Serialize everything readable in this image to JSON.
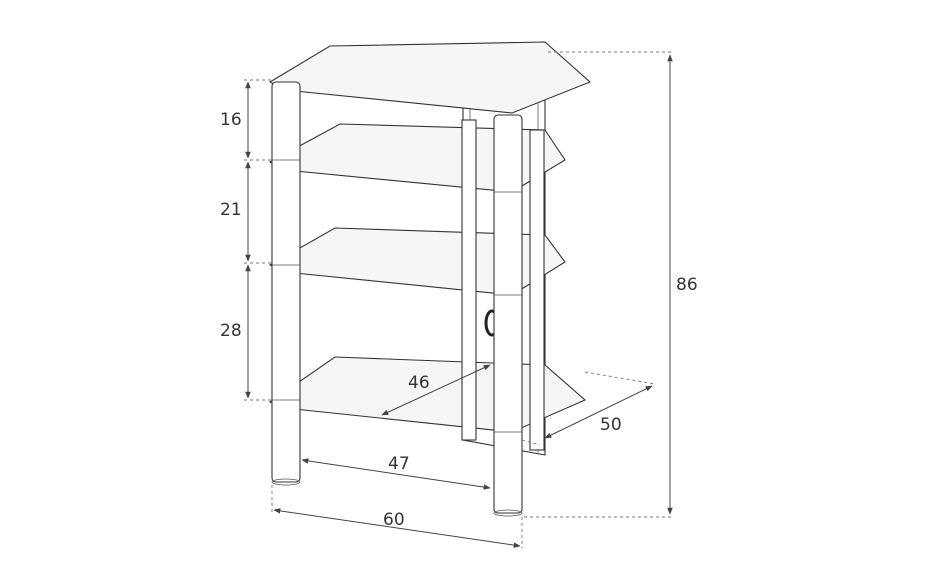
{
  "dimensions": {
    "shelf_gap_top": "16",
    "shelf_gap_middle": "21",
    "shelf_gap_bottom": "28",
    "total_height": "86",
    "inner_depth": "46",
    "depth": "50",
    "inner_width": "47",
    "width": "60"
  },
  "colors": {
    "line": "#3a3a3a",
    "background": "#ffffff"
  }
}
